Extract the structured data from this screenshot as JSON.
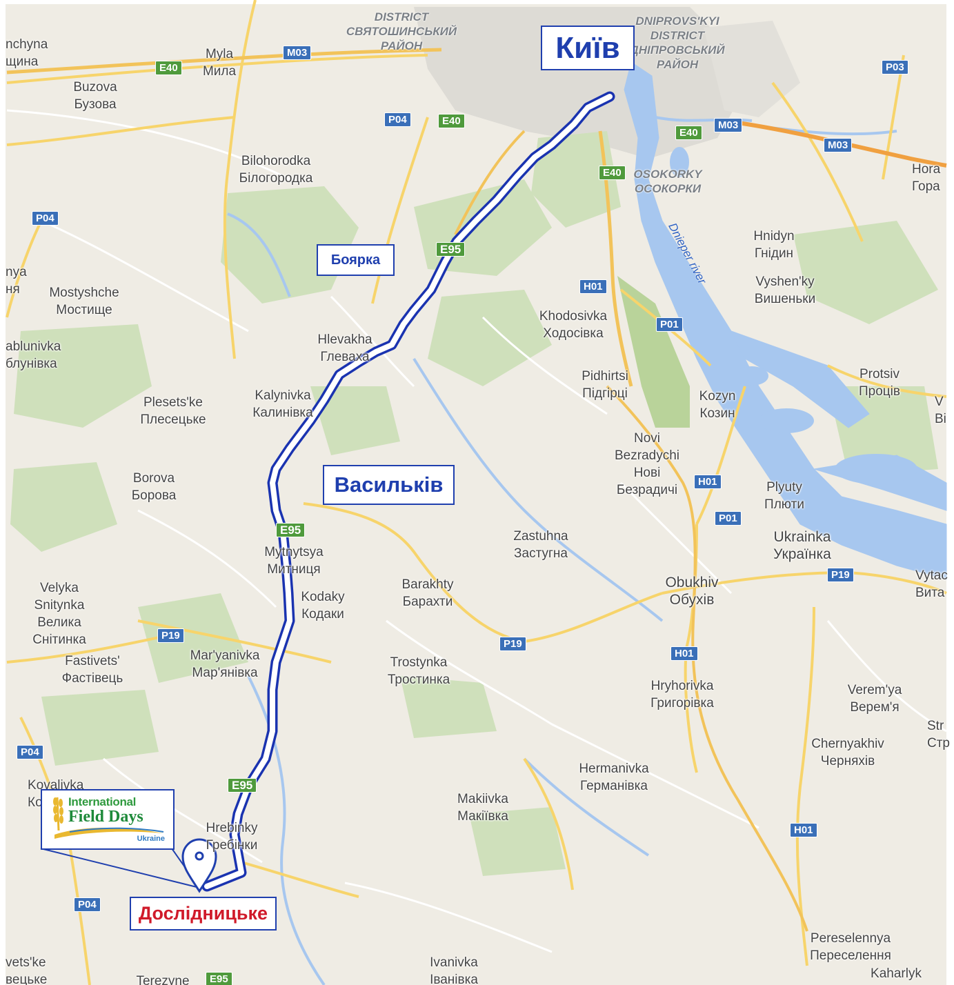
{
  "map": {
    "route_color": "#1a33b0",
    "water_color": "#a7c7ef",
    "callouts": {
      "kyiv": "Київ",
      "boyarka": "Боярка",
      "vasylkiv": "Васильків",
      "doslidnytske": "Дослідницьке"
    },
    "logo": {
      "line1": "International",
      "line2": "Field Days",
      "line3": "Ukraine"
    },
    "river_label": "Dnieper river",
    "districts": [
      {
        "lat": "DISTRICT",
        "cyr": "СВЯТОШИНСЬКИЙ",
        "cyr2": "РАЙОН"
      },
      {
        "lat": "DNIPROVS'KYI",
        "cyr": "DISTRICT",
        "cyr2": "ДНІПРОВСЬКИЙ",
        "cyr3": "РАЙОН"
      },
      {
        "lat": "OSOKORKY",
        "cyr": "ОСОКОРКИ"
      }
    ],
    "places": [
      {
        "lat": "nchyna",
        "cyr": "щина"
      },
      {
        "lat": "Myla",
        "cyr": "Мила"
      },
      {
        "lat": "Buzova",
        "cyr": "Бузова"
      },
      {
        "lat": "Bilohorodka",
        "cyr": "Білогородка"
      },
      {
        "lat": "Hora",
        "cyr": "Гора"
      },
      {
        "lat": "Hnidyn",
        "cyr": "Гнідин"
      },
      {
        "lat": "Vyshen'ky",
        "cyr": "Вишеньки"
      },
      {
        "lat": "nya",
        "cyr": "ня"
      },
      {
        "lat": "Mostyshche",
        "cyr": "Мостище"
      },
      {
        "lat": "Khodosivka",
        "cyr": "Ходосівка"
      },
      {
        "lat": "Hlevakha",
        "cyr": "Глеваха"
      },
      {
        "lat": "ablunivka",
        "cyr": "блунівка"
      },
      {
        "lat": "Pidhirtsi",
        "cyr": "Підгірці"
      },
      {
        "lat": "Protsiv",
        "cyr": "Проців"
      },
      {
        "lat": "Plesets'ke",
        "cyr": "Плесецьке"
      },
      {
        "lat": "Kalynivka",
        "cyr": "Калинівка"
      },
      {
        "lat": "Kozyn",
        "cyr": "Козин"
      },
      {
        "lat": "V",
        "cyr": "Ві"
      },
      {
        "lat": "Novi",
        "cyr": "Bezradychi",
        "cyr2": "Нові",
        "cyr3": "Безрадичі"
      },
      {
        "lat": "Borova",
        "cyr": "Борова"
      },
      {
        "lat": "Plyuty",
        "cyr": "Плюти"
      },
      {
        "lat": "Zastuhna",
        "cyr": "Застугна"
      },
      {
        "lat": "Ukrainka",
        "cyr": "Українка"
      },
      {
        "lat": "Mytnytsya",
        "cyr": "Митниця"
      },
      {
        "lat": "Velyka",
        "cyr": "Snitynka",
        "cyr2": "Велика",
        "cyr3": "Снітинка"
      },
      {
        "lat": "Kodaky",
        "cyr": "Кодаки"
      },
      {
        "lat": "Barakhty",
        "cyr": "Барахти"
      },
      {
        "lat": "Obukhiv",
        "cyr": "Обухів"
      },
      {
        "lat": "Vytac",
        "cyr": "Вита"
      },
      {
        "lat": "Fastivets'",
        "cyr": "Фастівець"
      },
      {
        "lat": "Mar'yanivka",
        "cyr": "Мар'янівка"
      },
      {
        "lat": "Trostynka",
        "cyr": "Тростинка"
      },
      {
        "lat": "Hryhorivka",
        "cyr": "Григорівка"
      },
      {
        "lat": "Verem'ya",
        "cyr": "Верем'я"
      },
      {
        "lat": "Str",
        "cyr": "Стр"
      },
      {
        "lat": "Chernyakhiv",
        "cyr": "Черняхів"
      },
      {
        "lat": "Kovalivka",
        "cyr": "Ко"
      },
      {
        "lat": "Hermanivka",
        "cyr": "Германівка"
      },
      {
        "lat": "Makiivka",
        "cyr": "Макіївка"
      },
      {
        "lat": "Hrebinky",
        "cyr": "Гребінки"
      },
      {
        "lat": "Pereselennya",
        "cyr": "Переселення"
      },
      {
        "lat": "vets'ke",
        "cyr": "вецьке"
      },
      {
        "lat": "Ivanivka",
        "cyr": "Іванівка"
      },
      {
        "lat": "Kaharlyk",
        "cyr": ""
      },
      {
        "lat": "Terezyne",
        "cyr": ""
      }
    ],
    "shields": [
      "E40",
      "M03",
      "P04",
      "E40",
      "P03",
      "E40",
      "M03",
      "M03",
      "E40",
      "P04",
      "E95",
      "H01",
      "P01",
      "H01",
      "P01",
      "E95",
      "P19",
      "P19",
      "P19",
      "H01",
      "P04",
      "E95",
      "H01",
      "P04",
      "E95"
    ]
  }
}
